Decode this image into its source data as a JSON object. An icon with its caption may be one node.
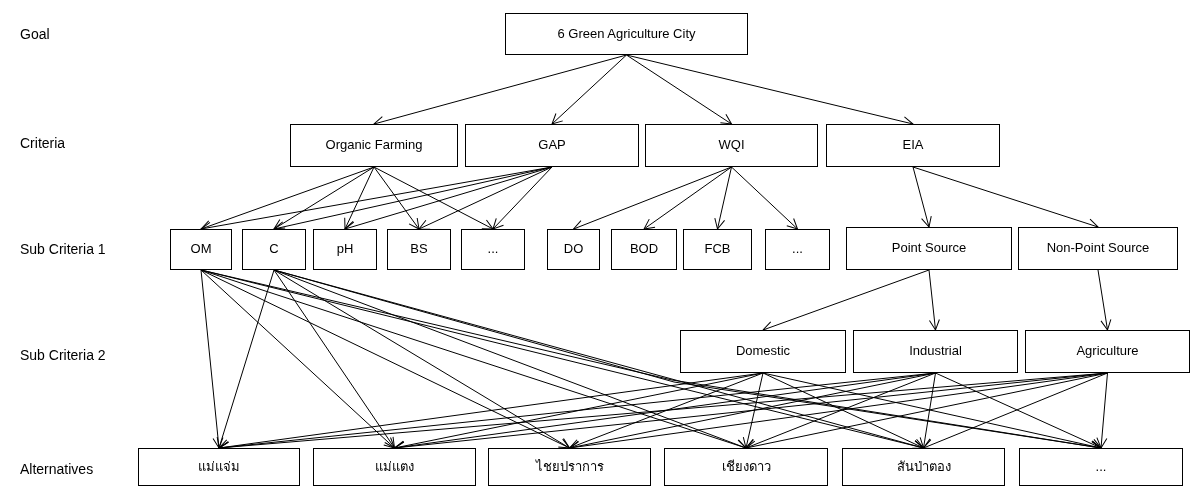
{
  "diagram": {
    "nodes": [
      {
        "text": [
          "6 Green Agriculture City"
        ]
      },
      {
        "text": [
          "Organic Farming"
        ]
      },
      {
        "text": [
          "GAP"
        ]
      },
      {
        "text": [
          "WQI"
        ]
      },
      {
        "text": [
          "EIA"
        ]
      },
      {
        "text": [
          "OM"
        ]
      },
      {
        "text": [
          "C"
        ]
      },
      {
        "text": [
          "pH"
        ]
      },
      {
        "text": [
          "BS"
        ]
      },
      {
        "text": [
          "..."
        ]
      },
      {
        "text": [
          "DO"
        ]
      },
      {
        "text": [
          "BOD"
        ]
      },
      {
        "text": [
          "FCB"
        ]
      },
      {
        "text": [
          "..."
        ]
      },
      {
        "text": [
          "Point Source"
        ]
      },
      {
        "text": [
          "Non-Point Source"
        ]
      },
      {
        "text": [
          "Domestic"
        ]
      },
      {
        "text": [
          "Industrial"
        ]
      },
      {
        "text": [
          "Agriculture"
        ]
      },
      {
        "text": [
          "แม่แจ่ม"
        ]
      },
      {
        "text": [
          "แม่แตง"
        ]
      },
      {
        "text": [
          "ไชยปราการ"
        ]
      },
      {
        "text": [
          "เชียงดาว"
        ]
      },
      {
        "text": [
          "สันป่าตอง"
        ]
      },
      {
        "text": [
          "..."
        ]
      }
    ],
    "edges": [
      {
        "from": 0,
        "to": 1,
        "arrow": "to"
      },
      {
        "from": 0,
        "to": 2,
        "arrow": "to"
      },
      {
        "from": 0,
        "to": 3,
        "arrow": "to"
      },
      {
        "from": 0,
        "to": 4,
        "arrow": "to"
      },
      {
        "from": 1,
        "to": 5,
        "arrow": "to"
      },
      {
        "from": 1,
        "to": 6,
        "arrow": "to"
      },
      {
        "from": 1,
        "to": 7,
        "arrow": "to"
      },
      {
        "from": 1,
        "to": 8,
        "arrow": "to"
      },
      {
        "from": 1,
        "to": 9,
        "arrow": "to"
      },
      {
        "from": 2,
        "to": 5,
        "arrow": "to"
      },
      {
        "from": 2,
        "to": 6,
        "arrow": "to"
      },
      {
        "from": 2,
        "to": 7,
        "arrow": "to"
      },
      {
        "from": 2,
        "to": 8,
        "arrow": "to"
      },
      {
        "from": 2,
        "to": 9,
        "arrow": "to"
      },
      {
        "from": 3,
        "to": 10,
        "arrow": "to"
      },
      {
        "from": 3,
        "to": 11,
        "arrow": "to"
      },
      {
        "from": 3,
        "to": 12,
        "arrow": "to"
      },
      {
        "from": 3,
        "to": 13,
        "arrow": "to"
      },
      {
        "from": 4,
        "to": 14,
        "arrow": "to"
      },
      {
        "from": 4,
        "to": 15,
        "arrow": "to"
      },
      {
        "from": 14,
        "to": 16,
        "arrow": "to"
      },
      {
        "from": 14,
        "to": 17,
        "arrow": "to"
      },
      {
        "from": 15,
        "to": 18,
        "arrow": "to"
      },
      {
        "from": 5,
        "to": 19,
        "arrow": "to"
      },
      {
        "from": 5,
        "to": 20,
        "arrow": "to"
      },
      {
        "from": 5,
        "to": 21,
        "arrow": "to"
      },
      {
        "from": 5,
        "to": 22,
        "arrow": "to"
      },
      {
        "from": 5,
        "to": 23,
        "arrow": "to"
      },
      {
        "from": 5,
        "to": 24,
        "arrow": "to"
      },
      {
        "from": 6,
        "to": 19,
        "arrow": "to"
      },
      {
        "from": 6,
        "to": 20,
        "arrow": "to"
      },
      {
        "from": 6,
        "to": 21,
        "arrow": "to"
      },
      {
        "from": 6,
        "to": 22,
        "arrow": "to"
      },
      {
        "from": 6,
        "to": 23,
        "arrow": "to"
      },
      {
        "from": 6,
        "to": 24,
        "arrow": "to"
      },
      {
        "from": 16,
        "to": 19,
        "arrow": "to"
      },
      {
        "from": 16,
        "to": 20,
        "arrow": "to"
      },
      {
        "from": 16,
        "to": 21,
        "arrow": "to"
      },
      {
        "from": 16,
        "to": 22,
        "arrow": "to"
      },
      {
        "from": 16,
        "to": 23,
        "arrow": "to"
      },
      {
        "from": 16,
        "to": 24,
        "arrow": "to"
      },
      {
        "from": 17,
        "to": 19,
        "arrow": "to"
      },
      {
        "from": 17,
        "to": 20,
        "arrow": "to"
      },
      {
        "from": 17,
        "to": 21,
        "arrow": "to"
      },
      {
        "from": 17,
        "to": 22,
        "arrow": "to"
      },
      {
        "from": 17,
        "to": 23,
        "arrow": "to"
      },
      {
        "from": 17,
        "to": 24,
        "arrow": "to"
      },
      {
        "from": 18,
        "to": 19,
        "arrow": "to"
      },
      {
        "from": 18,
        "to": 20,
        "arrow": "to"
      },
      {
        "from": 18,
        "to": 21,
        "arrow": "to"
      },
      {
        "from": 18,
        "to": 22,
        "arrow": "to"
      },
      {
        "from": 18,
        "to": 23,
        "arrow": "to"
      },
      {
        "from": 18,
        "to": 24,
        "arrow": "to"
      }
    ],
    "labels": [
      "Goal",
      "Criteria",
      "Sub Criteria 1",
      "Sub Criteria 2",
      "Alternatives"
    ]
  }
}
